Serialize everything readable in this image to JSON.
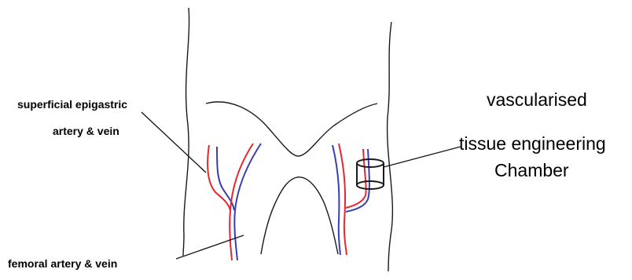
{
  "labels": {
    "superficial_line1": "superficial epigastric",
    "superficial_line2": "artery & vein",
    "femoral": "femoral  artery & vein",
    "vascularised": "vascularised",
    "tissue_engineering": "tissue engineering",
    "chamber": "Chamber"
  },
  "colors": {
    "outline": "#1a1a1a",
    "artery": "#e8262f",
    "vein": "#3a3fb0"
  }
}
